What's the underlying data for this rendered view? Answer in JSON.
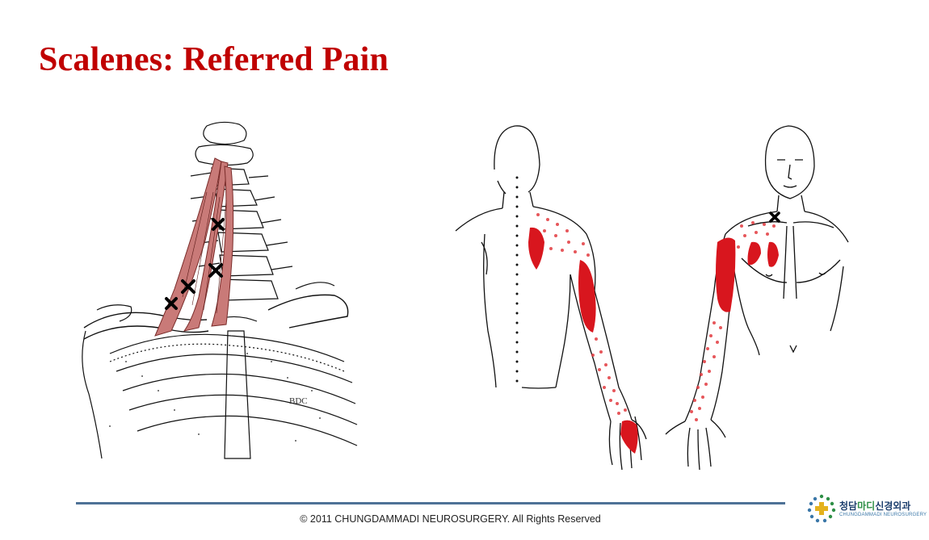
{
  "slide": {
    "title": "Scalenes: Referred Pain"
  },
  "figures": {
    "neck_sketch_initials": "BDC"
  },
  "footer": {
    "copyright": "© 2011 CHUNGDAMMADI NEUROSURGERY.  All Rights Reserved"
  },
  "logo": {
    "name_part1": "청담",
    "name_part2": "마디",
    "name_part3": "신경외과",
    "name_en": "CHUNGDAMMADI NEUROSURGERY"
  },
  "colors": {
    "title": "#c00000",
    "pain_red": "#d8161e",
    "muscle": "#c97a78",
    "footer_line": "#4e7296"
  }
}
